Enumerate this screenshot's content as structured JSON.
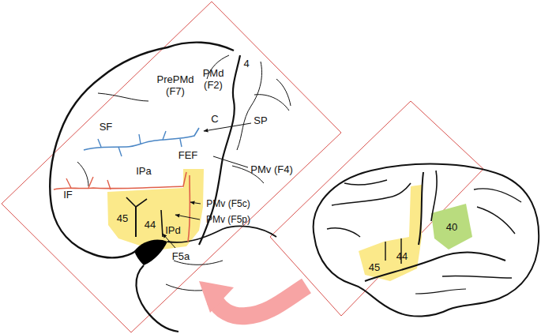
{
  "diagram": {
    "labels": [
      "PrePMd (F7)",
      "PMd (F2)",
      "4",
      "C",
      "SP",
      "SF",
      "FEF",
      "PMv (F4)",
      "IPa",
      "IF",
      "45",
      "44",
      "PMv (F5c)",
      "PMv (F5p)",
      "IPd",
      "F5a",
      "45",
      "44",
      "40"
    ]
  }
}
